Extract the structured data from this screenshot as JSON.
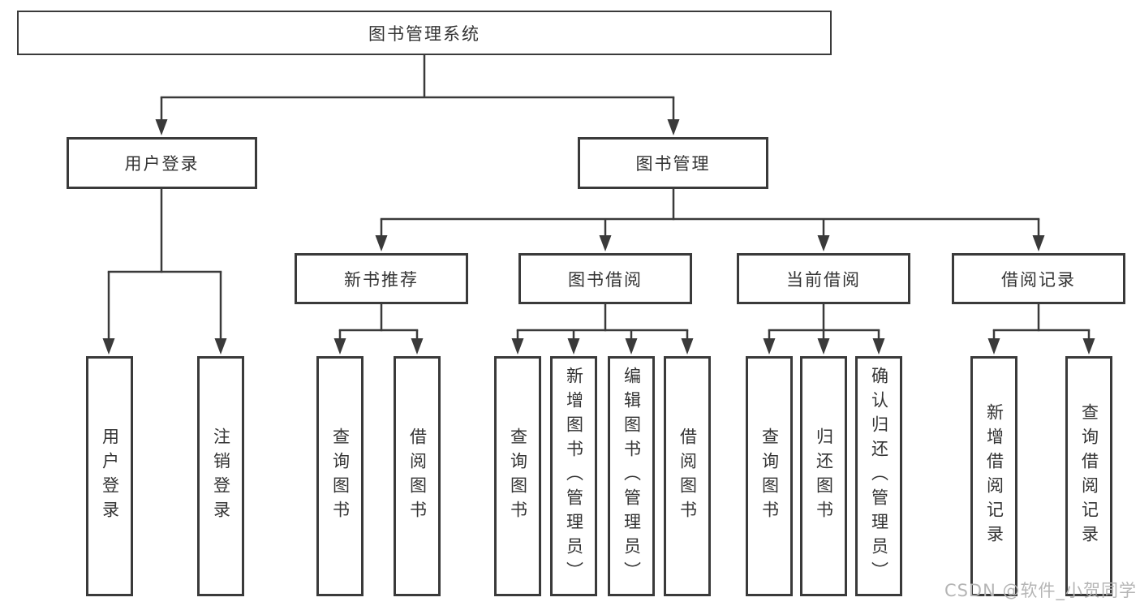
{
  "title": "图书管理系统",
  "level2": [
    {
      "label": "用户登录"
    },
    {
      "label": "图书管理"
    }
  ],
  "level3": [
    {
      "label": "新书推荐"
    },
    {
      "label": "图书借阅"
    },
    {
      "label": "当前借阅"
    },
    {
      "label": "借阅记录"
    }
  ],
  "leaves": [
    {
      "label": "用户登录"
    },
    {
      "label": "注销登录"
    },
    {
      "label": "查询图书"
    },
    {
      "label": "借阅图书"
    },
    {
      "label": "查询图书"
    },
    {
      "label": "新增图书（管理员）"
    },
    {
      "label": "编辑图书（管理员）"
    },
    {
      "label": "借阅图书"
    },
    {
      "label": "查询图书"
    },
    {
      "label": "归还图书"
    },
    {
      "label": "确认归还（管理员）"
    },
    {
      "label": "新增借阅记录"
    },
    {
      "label": "查询借阅记录"
    }
  ],
  "watermark": "CSDN @软件_小贺同学",
  "colors": {
    "line": "#3a3a3a",
    "text": "#333333",
    "watermark": "#b5b5b5"
  }
}
